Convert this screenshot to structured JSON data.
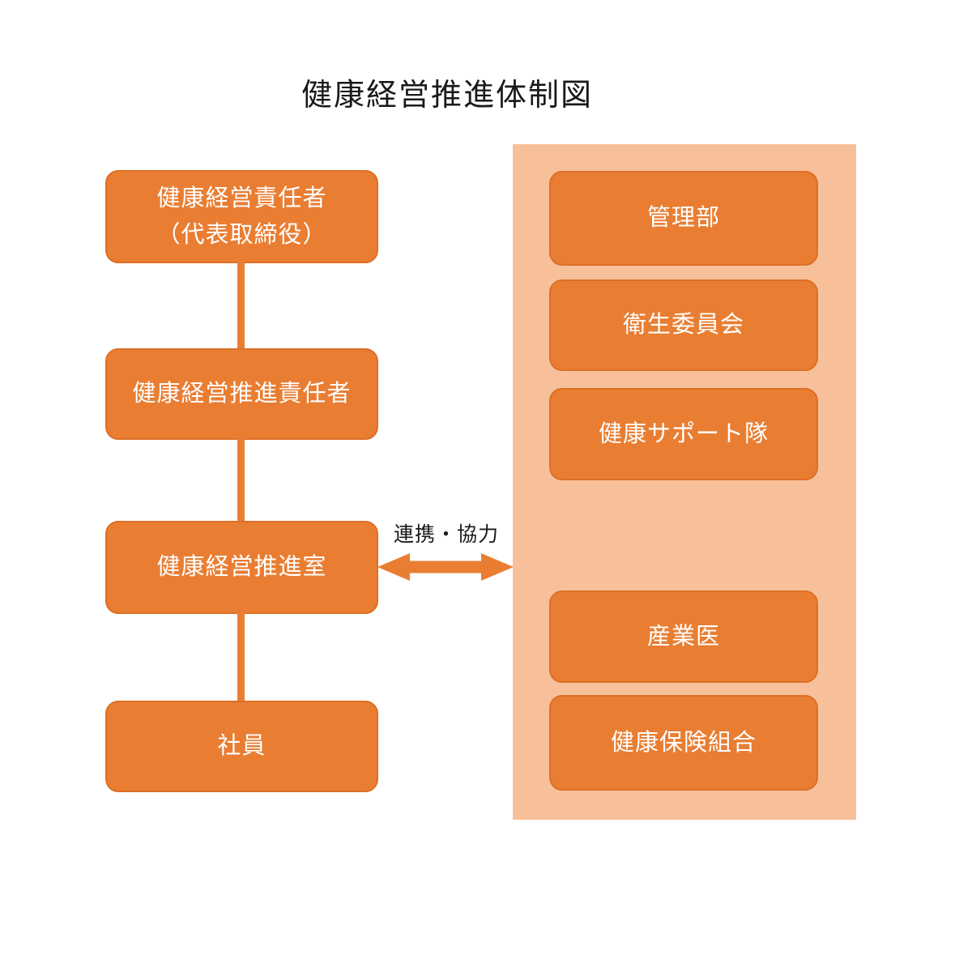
{
  "title": "健康経営推進体制図",
  "colors": {
    "box_orange": "#e97e33",
    "box_border": "#dd6f27",
    "panel_peach": "#f7c09a",
    "box_text": "#ffffff",
    "title_text": "#1a1a1a"
  },
  "left_chain": {
    "boxes": [
      {
        "label": "健康経営責任者\n（代表取締役）"
      },
      {
        "label": "健康経営推進責任者"
      },
      {
        "label": "健康経営推進室"
      },
      {
        "label": "社員"
      }
    ]
  },
  "connection": {
    "label": "連携・協力"
  },
  "right_panel": {
    "boxes": [
      {
        "label": "管理部"
      },
      {
        "label": "衛生委員会"
      },
      {
        "label": "健康サポート隊"
      },
      {
        "label": "産業医"
      },
      {
        "label": "健康保険組合"
      }
    ]
  }
}
